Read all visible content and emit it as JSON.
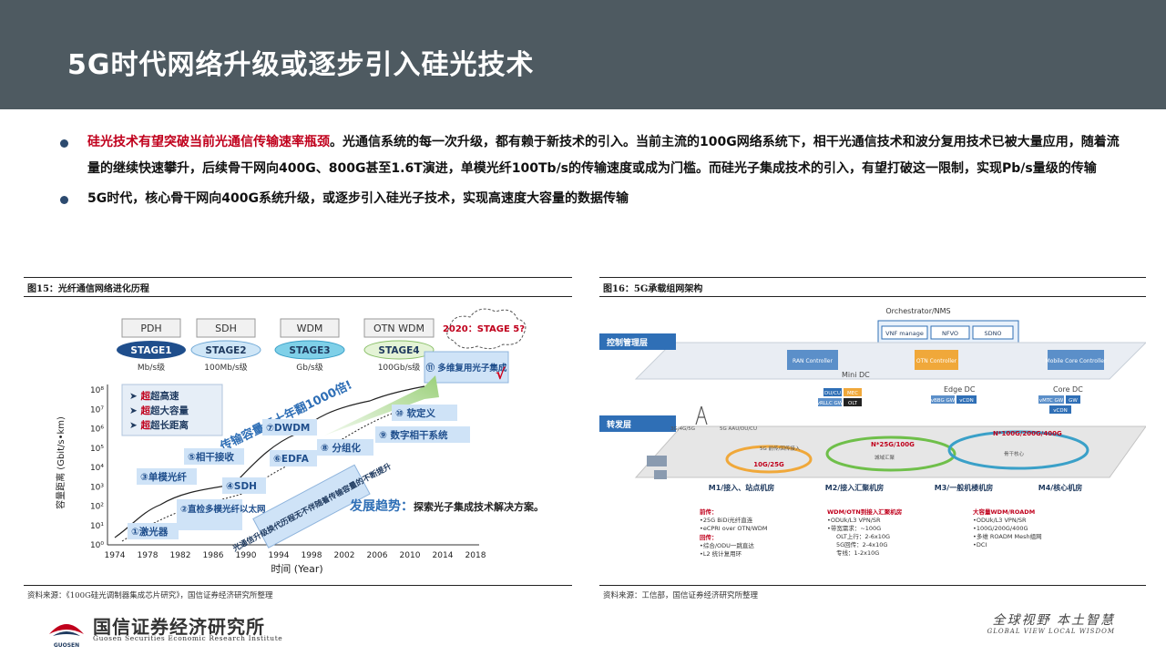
{
  "header": {
    "title": "5G时代网络升级或逐步引入硅光技术"
  },
  "bullets": [
    {
      "highlight": "硅光技术有望突破当前光通信传输速率瓶颈",
      "text": "。光通信系统的每一次升级，都有赖于新技术的引入。当前主流的100G网络系统下，相干光通信技术和波分复用技术已被大量应用，随着流量的继续快速攀升，后续骨干网向400G、800G甚至1.6T演进，单模光纤100Tb/s的传输速度或成为门槛。而硅光子集成技术的引入，有望打破这一限制，实现Pb/s量级的传输"
    },
    {
      "highlight": "",
      "text": "5G时代，核心骨干网向400G系统升级，或逐步引入硅光子技术，实现高速度大容量的数据传输"
    }
  ],
  "figure_left": {
    "caption": "图15：光纤通信网络进化历程",
    "source": "资料来源：《100G硅光调制器集成芯片研究》，国信证券经济研究所整理",
    "systems": [
      "PDH",
      "SDH",
      "WDM",
      "OTN WDM"
    ],
    "stages": [
      "STAGE1",
      "STAGE2",
      "STAGE3",
      "STAGE4"
    ],
    "rates": [
      "Mb/s级",
      "100Mb/s级",
      "Gb/s级",
      "100Gb/s级"
    ],
    "cloud": "2020：STAGE 5?",
    "stage5_label": "⑪ 多维复用光子集成",
    "legend": [
      "超高速",
      "超大容量",
      "超长距离"
    ],
    "legend_prefix": "超",
    "growth_text": "传输容量每十年翻1000倍!",
    "milestones": [
      "①激光器",
      "②直检多模光纤以太网",
      "③单模光纤",
      "④SDH",
      "⑤相干接收",
      "⑥EDFA",
      "⑦DWDM",
      "⑧ 分组化",
      "⑨ 数字相干系统",
      "⑩ 软定义"
    ],
    "banner": "光通信升级换代历程无不伴随着传输容量的不断提升",
    "trend_title": "发展趋势：",
    "trend_text": "探索光子集成技术解决方案。",
    "yaxis_label": "容量距离 (Gbit/s•km)",
    "yticks": [
      "10⁰",
      "10¹",
      "10²",
      "10³",
      "10⁴",
      "10⁵",
      "10⁶",
      "10⁷",
      "10⁸"
    ],
    "xticks": [
      "1974",
      "1978",
      "1982",
      "1986",
      "1990",
      "1994",
      "1998",
      "2002",
      "2006",
      "2010",
      "2014",
      "2018"
    ],
    "xaxis_label": "时间 (Year)"
  },
  "figure_right": {
    "caption": "图16：5G承载组网架构",
    "source": "资料来源：工信部，国信证券经济研究所整理",
    "orchestrator": "Orchestrator/NMS",
    "control_boxes": [
      "VNF manage",
      "NFVO",
      "SDNO"
    ],
    "control_layer": "控制管理层",
    "forward_layer": "转发层",
    "controllers": [
      "RAN Controller",
      "OTN Controller",
      "Mobile Core Controller"
    ],
    "dcs": [
      "Mini DC",
      "Edge DC",
      "Core DC"
    ],
    "dc_funcs": [
      "DU/CU",
      "MEC",
      "vRLLC GW",
      "OLT",
      "vBBG GW",
      "vCDN",
      "vMTC GW",
      "GW",
      "vCDN"
    ],
    "ring_labels": [
      "10G/25G",
      "N*25G/100G",
      "N*100G/200G/400G"
    ],
    "small_labels": [
      "3G/4G/5G",
      "5G AAU/DU/CU",
      "5G 前传/回传接入",
      "城域汇聚",
      "骨干核心"
    ],
    "nodes": [
      "M1/接入、站点机房",
      "M2/接入汇聚机房",
      "M3/一般机楼机房",
      "M4/核心机房"
    ],
    "notes": [
      {
        "title": "前传：",
        "lines": [
          "•25G BiDi光纤直连",
          "•eCPRI over OTN/WDM"
        ]
      },
      {
        "title": "回传：",
        "lines": [
          "•综合/ODU一跳直达",
          "•L2 统计复用环"
        ]
      },
      {
        "title": "WDM/OTN到接入汇聚机房",
        "lines": [
          "•ODUk/L3 VPN/SR",
          "•带宽需求：~100G",
          "OLT上行：2-6x10G",
          "5G回传：2-4x10G",
          "专线：1-2x10G"
        ]
      },
      {
        "title": "大容量WDM/ROADM",
        "lines": [
          "•ODUk/L3 VPN/SR",
          "•100G/200G/400G",
          "•多维 ROADM Mesh组网",
          "•DCI"
        ]
      }
    ]
  },
  "footer": {
    "logo_text": "GUOSEN",
    "company": "国信证券经济研究所",
    "company_en": "Guosen Securities Economic Research Institute",
    "slogan_cn": "全球视野  本土智慧",
    "slogan_en": "GLOBAL VIEW  LOCAL WISDOM"
  },
  "colors": {
    "header_bg": "#4e5a61",
    "highlight": "#c0001c",
    "accent_blue": "#2f6fb6",
    "bullet_dot": "#2c4a6f"
  }
}
